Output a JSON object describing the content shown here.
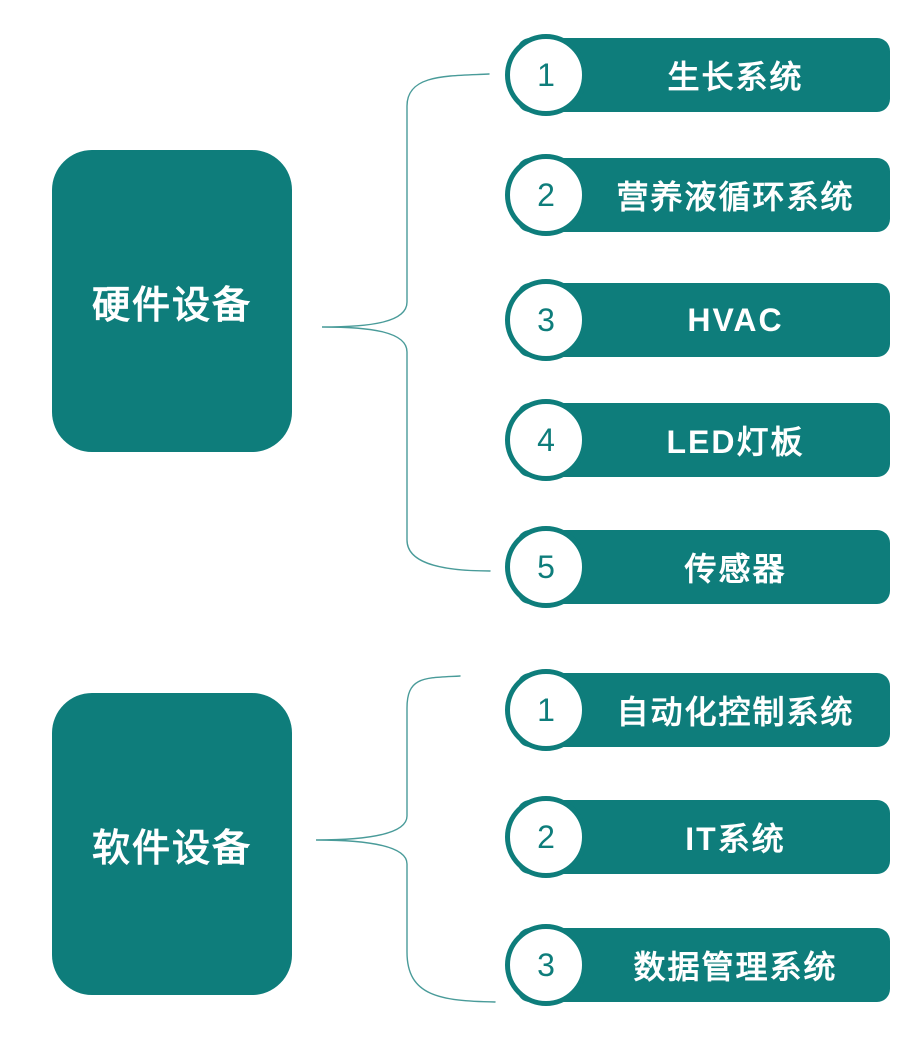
{
  "diagram": {
    "colors": {
      "teal": "#0E7D7B",
      "connector": "#35908E",
      "text_on_teal": "#FFFFFF"
    },
    "sections": [
      {
        "name": "硬件设备",
        "items": [
          {
            "num": "1",
            "label": "生长系统"
          },
          {
            "num": "2",
            "label": "营养液循环系统"
          },
          {
            "num": "3",
            "label": "HVAC"
          },
          {
            "num": "4",
            "label": "LED灯板"
          },
          {
            "num": "5",
            "label": "传感器"
          }
        ]
      },
      {
        "name": "软件设备",
        "items": [
          {
            "num": "1",
            "label": "自动化控制系统"
          },
          {
            "num": "2",
            "label": "IT系统"
          },
          {
            "num": "3",
            "label": "数据管理系统"
          }
        ]
      }
    ]
  }
}
